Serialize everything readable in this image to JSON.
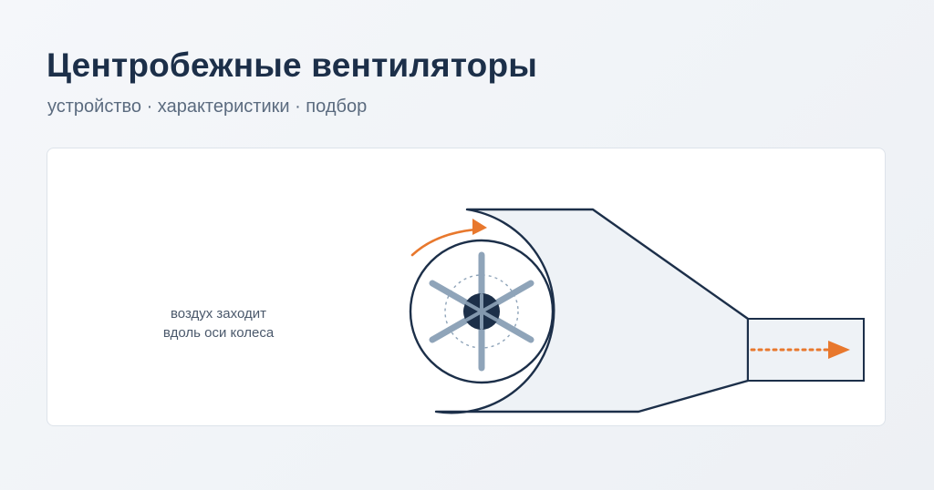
{
  "header": {
    "title": "Центробежные вентиляторы",
    "subtitle": "устройство · характеристики · подбор"
  },
  "diagram": {
    "caption_lines": [
      "воздух заходит",
      "вдоль оси колеса"
    ],
    "colors": {
      "outline": "#1c2f49",
      "housing_fill": "#eef2f6",
      "blade": "#8fa4b9",
      "hub": "#1c2f49",
      "accent": "#e8782d",
      "guide_circle": "#8fa4b9"
    }
  }
}
